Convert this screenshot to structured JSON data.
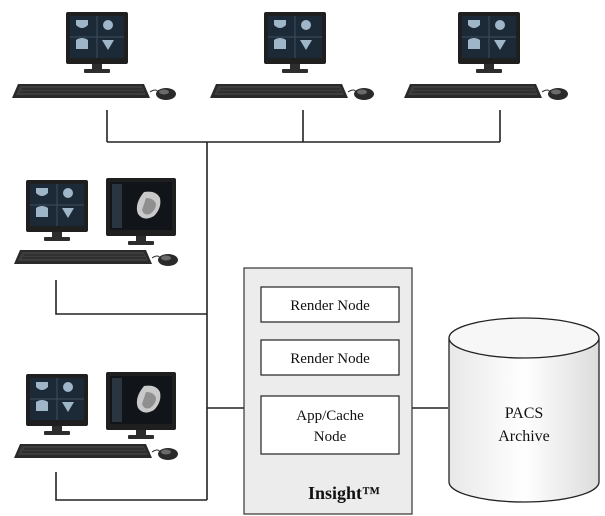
{
  "diagram": {
    "server": {
      "brand": "Insight™",
      "nodes": [
        {
          "lines": [
            "Render Node"
          ]
        },
        {
          "lines": [
            "Render Node"
          ]
        },
        {
          "lines": [
            "App/Cache",
            "Node"
          ]
        }
      ]
    },
    "archive": {
      "lines": [
        "PACS",
        "Archive"
      ]
    },
    "workstations": [
      {
        "type": "single-monitor",
        "screen": "image-grid-screen"
      },
      {
        "type": "single-monitor",
        "screen": "image-grid-screen"
      },
      {
        "type": "single-monitor",
        "screen": "image-grid-screen"
      },
      {
        "type": "dual-monitor",
        "screens": [
          "image-grid-screen",
          "3d-render-screen"
        ]
      },
      {
        "type": "dual-monitor",
        "screens": [
          "image-grid-screen",
          "3d-render-screen"
        ]
      }
    ],
    "colors": {
      "line": "#222222",
      "server_fill": "#ececec",
      "node_fill": "#ffffff",
      "monitor": "#1f1f1f",
      "screen": "#1c2a38",
      "keyboard": "#2a2a2a"
    }
  }
}
